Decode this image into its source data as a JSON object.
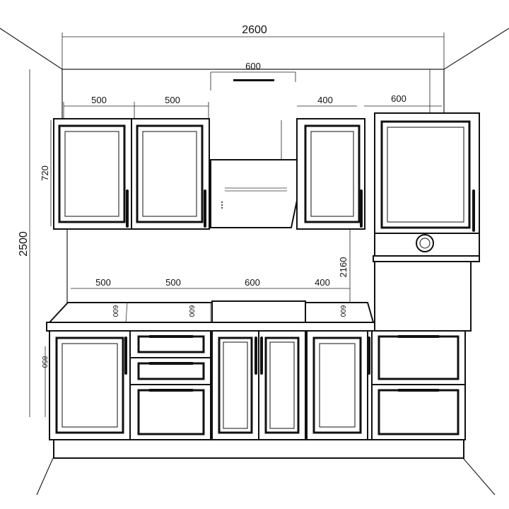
{
  "dimensions": {
    "total_width": "2600",
    "total_height": "2500",
    "hood_width": "600",
    "upper_1": "500",
    "upper_2": "500",
    "upper_3": "400",
    "upper_4": "600",
    "upper_height": "720",
    "lower_1": "500",
    "lower_2": "500",
    "lower_3": "600",
    "lower_4": "400",
    "height_2160": "2160",
    "counter_a": "600",
    "counter_b": "600",
    "counter_c": "600",
    "base_height": "850"
  }
}
